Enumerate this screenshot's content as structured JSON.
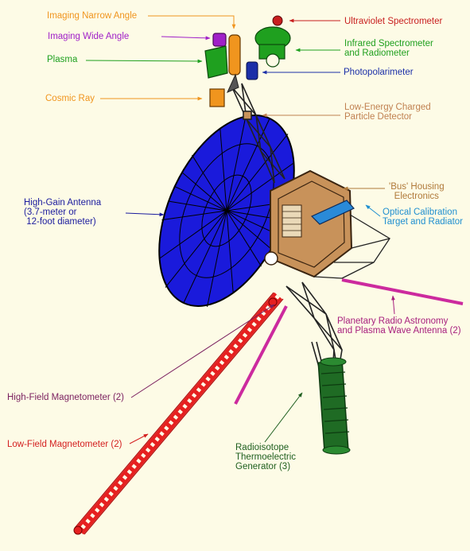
{
  "colors": {
    "background": "#fdfbe6",
    "antenna_dish": "#1a1adb",
    "bus_housing": "#c8925a",
    "magnetometer_boom": "#e62020",
    "rtg": "#1f6b24",
    "radio_antenna": "#cc2a9e"
  },
  "labels": {
    "imaging_narrow": {
      "text": "Imaging Narrow Angle",
      "color": "#f0951e"
    },
    "imaging_wide": {
      "text": "Imaging Wide Angle",
      "color": "#a020c8"
    },
    "plasma": {
      "text": "Plasma",
      "color": "#1fa01f"
    },
    "cosmic_ray": {
      "text": "Cosmic Ray",
      "color": "#f0951e"
    },
    "uv_spectrometer": {
      "text": "Ultraviolet Spectrometer",
      "color": "#c81e1e"
    },
    "ir_spectrometer": {
      "line1": "Infrared Spectrometer",
      "line2": "and Radiometer",
      "color": "#1fa01f"
    },
    "photopolarimeter": {
      "text": "Photopolarimeter",
      "color": "#1b2fa8"
    },
    "low_energy": {
      "line1": "Low-Energy Charged",
      "line2": "Particle Detector",
      "color": "#c08050"
    },
    "bus_housing": {
      "line1": "'Bus' Housing",
      "line2": "Electronics",
      "color": "#b07a3a"
    },
    "optical_calibration": {
      "line1": "Optical Calibration",
      "line2": "Target and Radiator",
      "color": "#1f8fd0"
    },
    "high_gain": {
      "line1": "High-Gain Antenna",
      "line2": "(3.7-meter or",
      "line3": " 12-foot diameter)",
      "color": "#1b1b9e"
    },
    "planetary_radio": {
      "line1": "Planetary Radio Astronomy",
      "line2": "and Plasma Wave Antenna (2)",
      "color": "#a8207e"
    },
    "high_field": {
      "text": "High-Field Magnetometer (2)",
      "color": "#7a1f5e"
    },
    "low_field": {
      "text": "Low-Field Magnetometer (2)",
      "color": "#d42020"
    },
    "rtg": {
      "line1": "Radioisotope",
      "line2": "Thermoelectric",
      "line3": "Generator (3)",
      "color": "#1f5f1f"
    }
  }
}
